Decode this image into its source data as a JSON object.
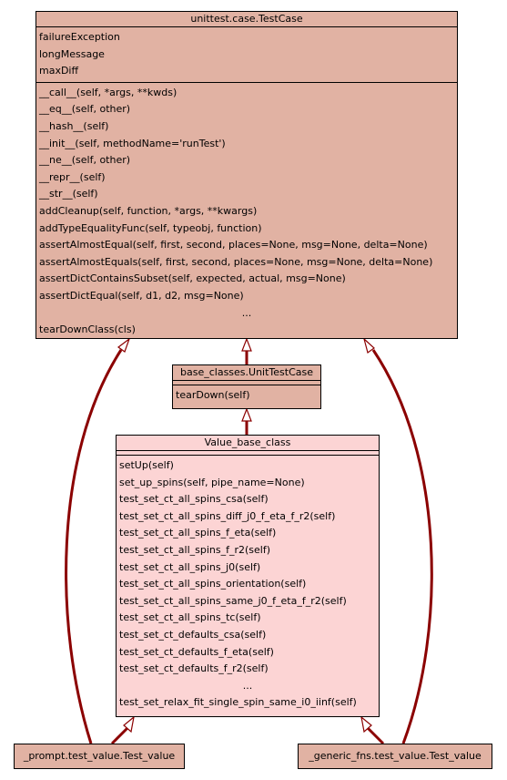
{
  "testcase": {
    "title": "unittest.case.TestCase",
    "attributes": [
      "failureException",
      "longMessage",
      "maxDiff"
    ],
    "methods": [
      "__call__(self, *args, **kwds)",
      "__eq__(self, other)",
      "__hash__(self)",
      "__init__(self, methodName='runTest')",
      "__ne__(self, other)",
      "__repr__(self)",
      "__str__(self)",
      "addCleanup(self, function, *args, **kwargs)",
      "addTypeEqualityFunc(self, typeobj, function)",
      "assertAlmostEqual(self, first, second, places=None, msg=None, delta=None)",
      "assertAlmostEquals(self, first, second, places=None, msg=None, delta=None)",
      "assertDictContainsSubset(self, expected, actual, msg=None)",
      "assertDictEqual(self, d1, d2, msg=None)",
      "...",
      "tearDownClass(cls)"
    ]
  },
  "unittestcase": {
    "title": "base_classes.UnitTestCase",
    "methods": [
      "tearDown(self)"
    ]
  },
  "valuebase": {
    "title": "Value_base_class",
    "methods": [
      "setUp(self)",
      "set_up_spins(self, pipe_name=None)",
      "test_set_ct_all_spins_csa(self)",
      "test_set_ct_all_spins_diff_j0_f_eta_f_r2(self)",
      "test_set_ct_all_spins_f_eta(self)",
      "test_set_ct_all_spins_f_r2(self)",
      "test_set_ct_all_spins_j0(self)",
      "test_set_ct_all_spins_orientation(self)",
      "test_set_ct_all_spins_same_j0_f_eta_f_r2(self)",
      "test_set_ct_all_spins_tc(self)",
      "test_set_ct_defaults_csa(self)",
      "test_set_ct_defaults_f_eta(self)",
      "test_set_ct_defaults_f_r2(self)",
      "...",
      "test_set_relax_fit_single_spin_same_i0_iinf(self)"
    ]
  },
  "prompt_test": {
    "title": "_prompt.test_value.Test_value"
  },
  "generic_test": {
    "title": "_generic_fns.test_value.Test_value"
  },
  "colors": {
    "edge": "#8b0000",
    "main_fill": "#e1b2a3",
    "light_fill": "#fcd4d4"
  }
}
